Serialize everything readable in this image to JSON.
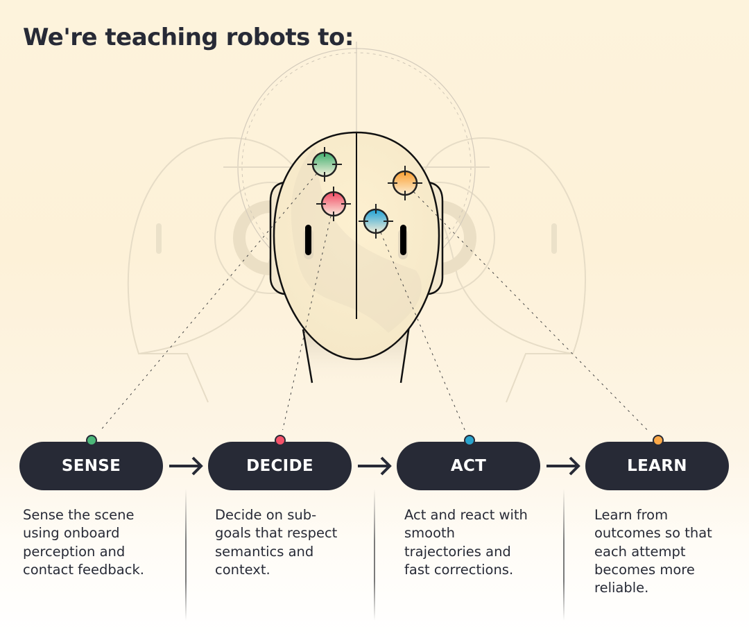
{
  "header": {
    "title": "We're teaching robots to:"
  },
  "colors": {
    "ink": "#272a36",
    "background_top": "#fdf3dc",
    "background_bottom": "#ffffff",
    "sense": "#4cb779",
    "decide": "#f5536a",
    "act": "#2aa3cc",
    "learn": "#fba847"
  },
  "illustration": {
    "subject": "robot-head-with-target-markers",
    "markers": [
      {
        "id": "sense",
        "color": "#4cb779",
        "icon": "crosshair-target"
      },
      {
        "id": "decide",
        "color": "#f5536a",
        "icon": "crosshair-target"
      },
      {
        "id": "act",
        "color": "#2aa3cc",
        "icon": "crosshair-target"
      },
      {
        "id": "learn",
        "color": "#fba847",
        "icon": "crosshair-target"
      }
    ]
  },
  "steps": [
    {
      "label": "SENSE",
      "dot_color": "#4cb779",
      "description": "Sense the scene using onboard perception and contact feedback."
    },
    {
      "label": "DECIDE",
      "dot_color": "#f5536a",
      "description": "Decide on sub-goals that respect semantics and context."
    },
    {
      "label": "ACT",
      "dot_color": "#2aa3cc",
      "description": "Act and react with smooth trajectories and fast corrections."
    },
    {
      "label": "LEARN",
      "dot_color": "#fba847",
      "description": "Learn from outcomes so that each attempt becomes more reliable."
    }
  ],
  "connectors": [
    {
      "icon": "arrow-right-icon"
    },
    {
      "icon": "arrow-right-icon"
    },
    {
      "icon": "arrow-right-icon"
    }
  ]
}
